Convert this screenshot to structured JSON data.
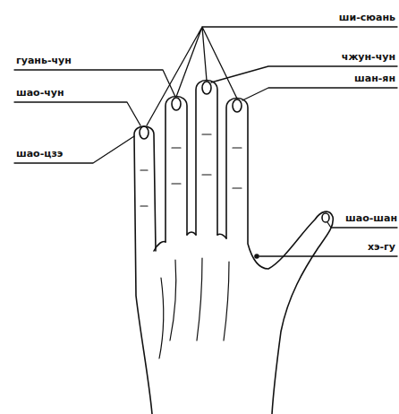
{
  "diagram": {
    "labels": [
      "ши-сюань",
      "гуань-чун",
      "шао-чун",
      "шао-цзэ",
      "чжун-чун",
      "шан-ян",
      "шао-шан",
      "хэ-гу"
    ]
  }
}
